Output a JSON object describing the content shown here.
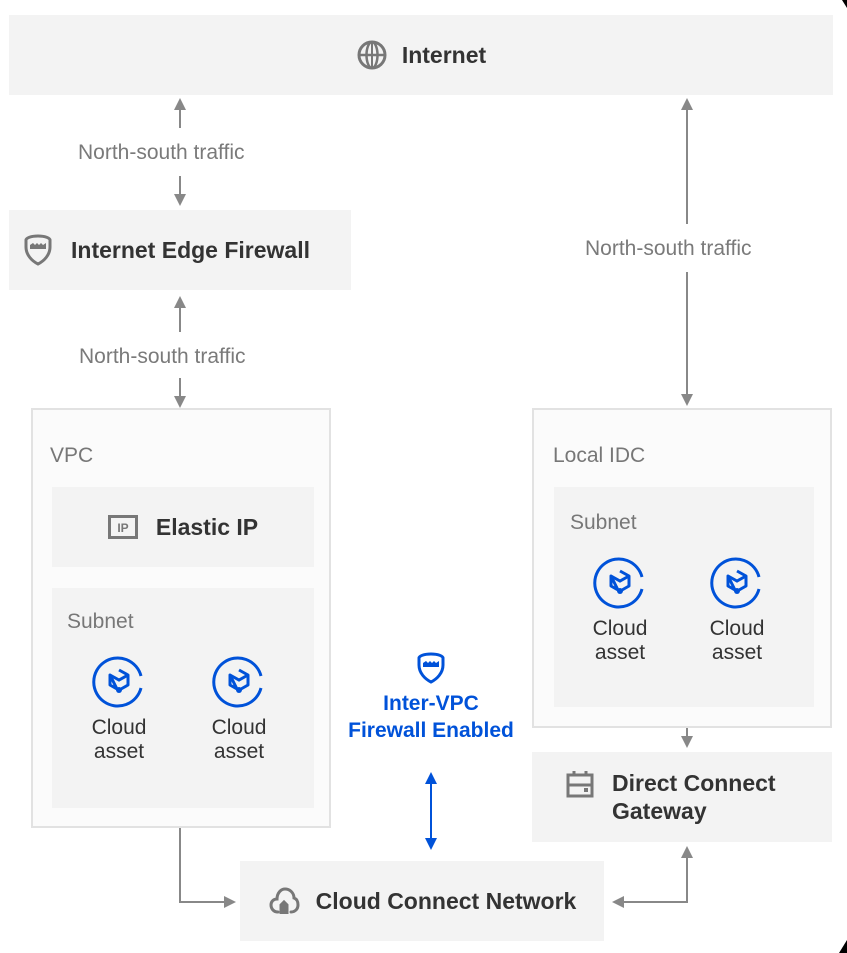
{
  "nodes": {
    "internet": {
      "label": "Internet",
      "icon": "globe-icon"
    },
    "edge_firewall": {
      "label": "Internet Edge Firewall",
      "icon": "shield-firewall-icon"
    },
    "vpc": {
      "label": "VPC",
      "elastic_ip": {
        "label": "Elastic IP",
        "icon": "ip-icon"
      },
      "subnet": {
        "label": "Subnet",
        "assets": [
          {
            "label_line1": "Cloud",
            "label_line2": "asset",
            "icon": "cloud-asset-icon"
          },
          {
            "label_line1": "Cloud",
            "label_line2": "asset",
            "icon": "cloud-asset-icon"
          }
        ]
      }
    },
    "local_idc": {
      "label": "Local IDC",
      "subnet": {
        "label": "Subnet",
        "assets": [
          {
            "label_line1": "Cloud",
            "label_line2": "asset",
            "icon": "cloud-asset-icon"
          },
          {
            "label_line1": "Cloud",
            "label_line2": "asset",
            "icon": "cloud-asset-icon"
          }
        ]
      }
    },
    "inter_vpc_firewall": {
      "label_line1": "Inter-VPC",
      "label_line2": "Firewall Enabled",
      "icon": "shield-firewall-icon"
    },
    "direct_connect": {
      "label_line1": "Direct Connect",
      "label_line2": "Gateway",
      "icon": "gateway-icon"
    },
    "cloud_connect": {
      "label": "Cloud Connect Network",
      "icon": "cloud-upload-icon"
    }
  },
  "edges": {
    "internet_to_edge_firewall": "North-south traffic",
    "edge_firewall_to_vpc": "North-south traffic",
    "internet_to_local_idc": "North-south traffic"
  },
  "colors": {
    "accent_blue": "#0052d9",
    "box_fill": "#f3f3f3",
    "arrow_gray": "#888888",
    "text_dark": "#333333"
  }
}
